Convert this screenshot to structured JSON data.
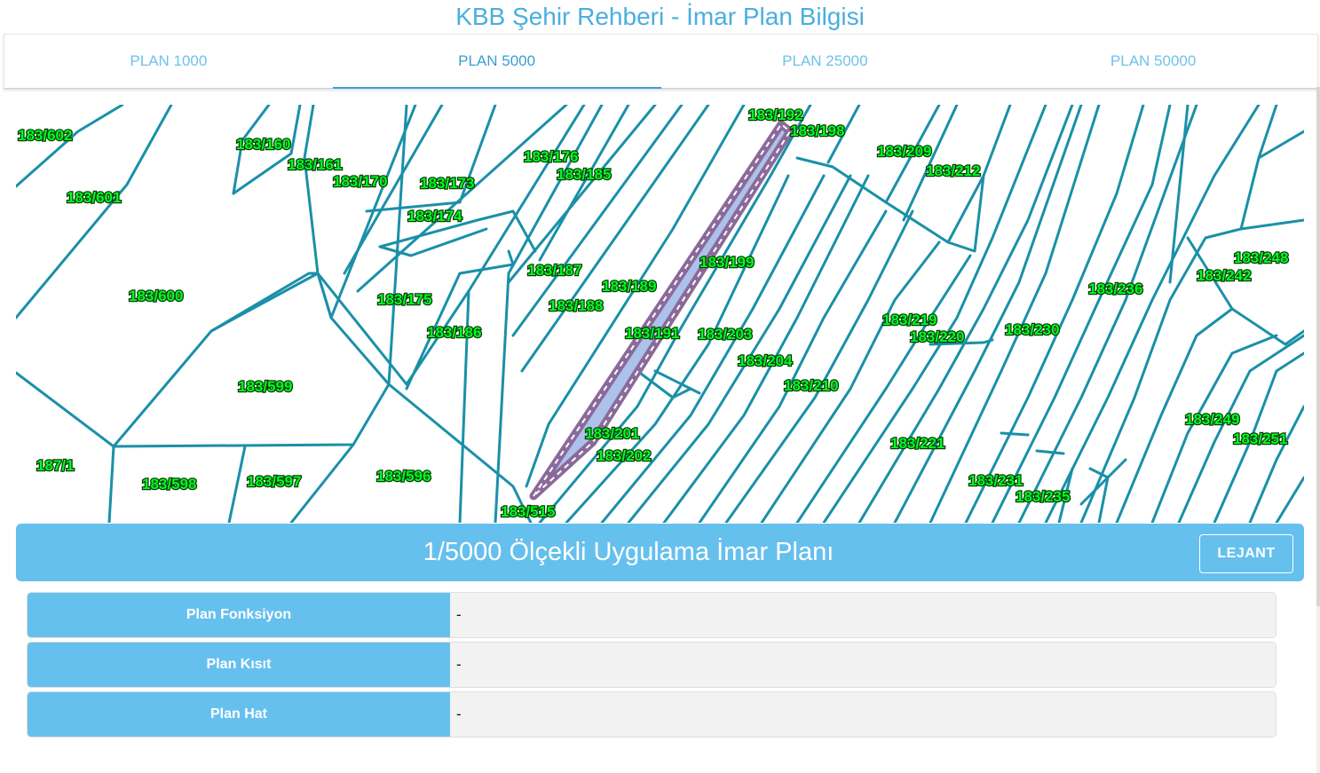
{
  "page": {
    "title": "KBB Şehir Rehberi - İmar Plan Bilgisi"
  },
  "tabs": [
    {
      "label": "PLAN 1000",
      "active": false
    },
    {
      "label": "PLAN 5000",
      "active": true
    },
    {
      "label": "PLAN 25000",
      "active": false
    },
    {
      "label": "PLAN 50000",
      "active": false
    }
  ],
  "map": {
    "parcel_color": "#1a90a8",
    "label_color": "#00ff22",
    "selection_color": "#8a6a9a",
    "parcels": [
      "183/602",
      "183/160",
      "183/161",
      "183/170",
      "183/173",
      "183/176",
      "183/185",
      "183/192",
      "183/198",
      "183/209",
      "183/212",
      "183/601",
      "183/174",
      "183/187",
      "183/199",
      "183/248",
      "183/242",
      "183/600",
      "183/175",
      "183/189",
      "183/236",
      "183/188",
      "183/219",
      "183/220",
      "183/230",
      "183/186",
      "183/191",
      "183/203",
      "183/204",
      "183/210",
      "183/599",
      "183/249",
      "183/201",
      "183/251",
      "187/1",
      "183/202",
      "183/221",
      "183/598",
      "183/597",
      "183/596",
      "183/231",
      "183/235",
      "183/515"
    ]
  },
  "plan": {
    "title": "1/5000 Ölçekli Uygulama İmar Planı",
    "legend_button": "LEJANT",
    "rows": [
      {
        "label": "Plan Fonksiyon",
        "value": "-"
      },
      {
        "label": "Plan Kısıt",
        "value": "-"
      },
      {
        "label": "Plan Hat",
        "value": "-"
      }
    ]
  }
}
